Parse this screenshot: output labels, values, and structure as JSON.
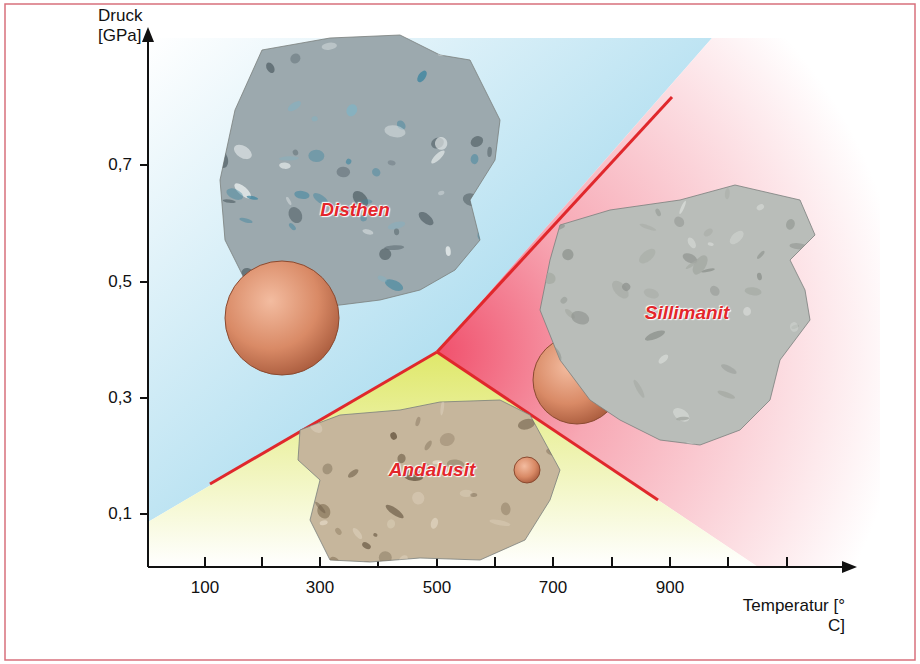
{
  "diagram": {
    "nodes": [
      {
        "text": [
          "Disthen"
        ]
      },
      {
        "text": [
          "Sillimanit"
        ]
      },
      {
        "text": [
          "Andalusit"
        ]
      }
    ],
    "labels": [
      "Druck [GPa]",
      "0,7",
      "0,5",
      "0,3",
      "0,1",
      "100",
      "300",
      "500",
      "700",
      "900",
      "Temperatur [° C]"
    ]
  }
}
